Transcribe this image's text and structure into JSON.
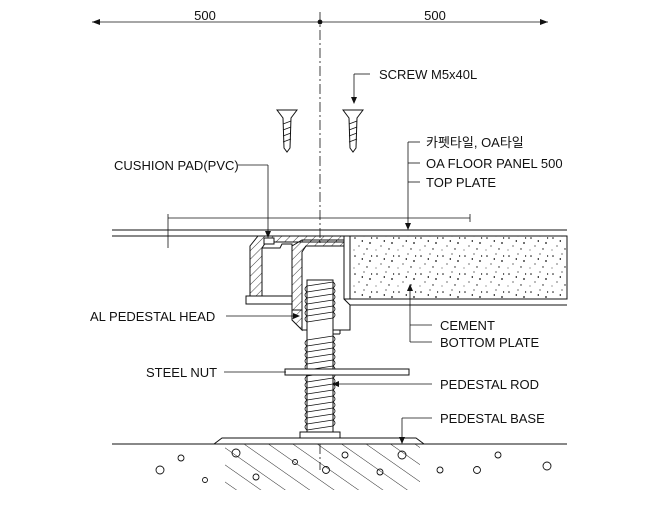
{
  "dimensions": {
    "left": "500",
    "right": "500"
  },
  "labels": {
    "screw": "SCREW M5x40L",
    "carpet_tile": "카펫타일, OA타일",
    "floor_panel": "OA FLOOR PANEL 500",
    "top_plate": "TOP PLATE",
    "cushion_pad": "CUSHION PAD(PVC)",
    "pedestal_head": "AL PEDESTAL HEAD",
    "cement": "CEMENT",
    "bottom_plate": "BOTTOM PLATE",
    "steel_nut": "STEEL NUT",
    "pedestal_rod": "PEDESTAL ROD",
    "pedestal_base": "PEDESTAL BASE"
  }
}
